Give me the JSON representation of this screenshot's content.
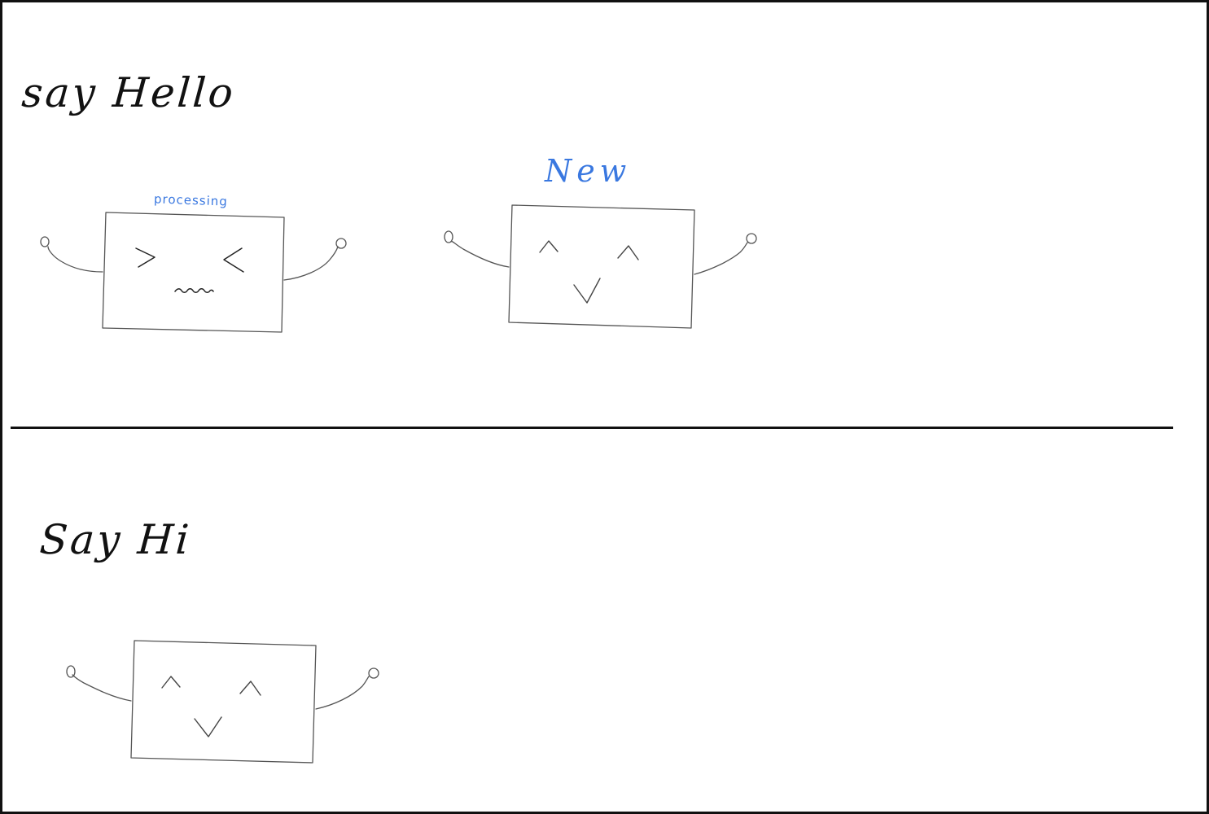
{
  "sections": {
    "hello": {
      "title": "say Hello",
      "robots": [
        {
          "face": "wincing",
          "tag": "processing"
        },
        {
          "face": "happy",
          "tag": "New"
        }
      ]
    },
    "hi": {
      "title": "Say Hi",
      "robots": [
        {
          "face": "happy"
        }
      ]
    }
  },
  "colors": {
    "ink": "#111111",
    "sketch": "#555555",
    "tag_blue": "#3a78e0"
  }
}
